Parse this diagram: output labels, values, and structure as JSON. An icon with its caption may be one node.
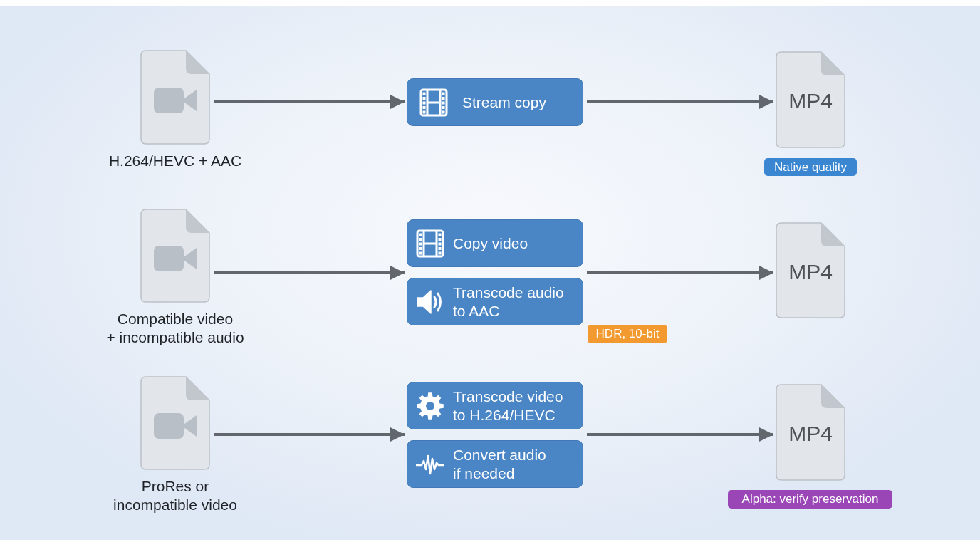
{
  "diagram": {
    "nodes": [
      {
        "text": [],
        "shape": "document",
        "beside": [
          "H.264/HEVC + AAC"
        ]
      },
      {
        "text": [
          "Stream copy"
        ]
      },
      {
        "text": [
          "MP4"
        ]
      },
      {
        "text": [
          "Native quality"
        ]
      },
      {
        "text": [],
        "shape": "document",
        "beside": [
          "Compatible video + incompatible audio"
        ]
      },
      {
        "text": [
          "Copy video"
        ]
      },
      {
        "text": [
          "Transcode audio to AAC"
        ]
      },
      {
        "text": [
          "MP4"
        ]
      },
      {
        "text": [
          "HDR, 10-bit"
        ]
      },
      {
        "text": [],
        "shape": "document",
        "beside": [
          "ProRes or incompatible video"
        ]
      },
      {
        "text": [
          "Transcode video to H.264/HEVC"
        ]
      },
      {
        "text": [
          "Convert audio if needed"
        ]
      },
      {
        "text": [
          "MP4"
        ]
      },
      {
        "text": [
          "Alpha: verify preservation"
        ]
      }
    ],
    "edges": [
      {
        "from": 0,
        "to": 1,
        "arrow": "to"
      },
      {
        "from": 1,
        "to": 2,
        "arrow": "to"
      },
      {
        "from": 4,
        "to": 5,
        "arrow": "to"
      },
      {
        "from": 4,
        "to": 6,
        "arrow": "to"
      },
      {
        "from": 5,
        "to": 7,
        "arrow": "to"
      },
      {
        "from": 6,
        "to": 7,
        "arrow": "to"
      },
      {
        "from": 9,
        "to": 10,
        "arrow": "to"
      },
      {
        "from": 9,
        "to": 11,
        "arrow": "to"
      },
      {
        "from": 10,
        "to": 12,
        "arrow": "to"
      },
      {
        "from": 11,
        "to": 12,
        "arrow": "to"
      }
    ]
  }
}
